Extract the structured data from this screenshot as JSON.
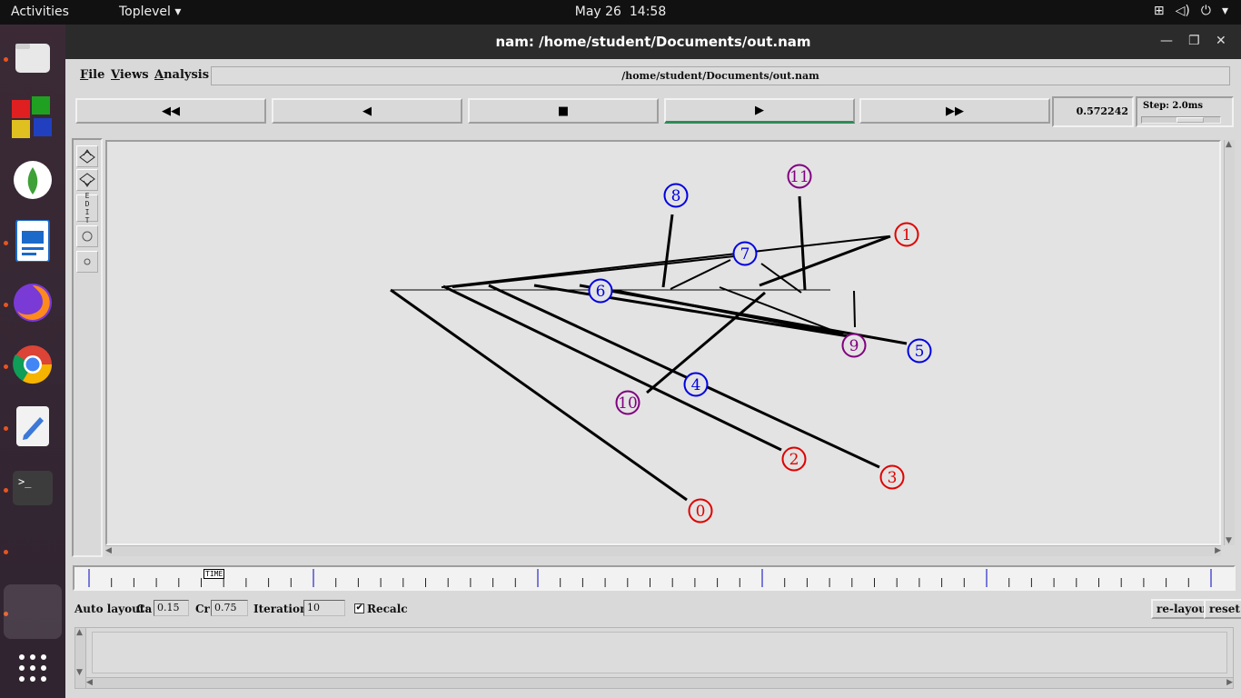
{
  "topbar": {
    "activities": "Activities",
    "app_menu": "Toplevel",
    "date": "May 26",
    "time": "14:58"
  },
  "dock": {
    "items": [
      "files",
      "app-grid-colored",
      "mongodb-compass",
      "libreoffice-impress",
      "firefox",
      "chrome",
      "text-editor",
      "terminal"
    ]
  },
  "window": {
    "title": "nam: /home/student/Documents/out.nam",
    "menus": [
      "File",
      "Views",
      "Analysis"
    ],
    "path": "/home/student/Documents/out.nam"
  },
  "controls": {
    "current_time": "0.572242",
    "step_label": "Step: 2.0ms"
  },
  "tools": {
    "edit_label": "E D I T"
  },
  "timeline": {
    "marker": "TIME"
  },
  "autolayout": {
    "label": "Auto layout:",
    "ca_label": "Ca",
    "ca_value": "0.15",
    "cr_label": "Cr",
    "cr_value": "0.75",
    "iterations_label": "Iterations",
    "iterations_value": "10",
    "recalc_label": "Recalc",
    "recalc_checked": true,
    "relayout_button": "re-layout",
    "reset_button": "reset"
  },
  "topology": {
    "colors": {
      "red": "#e00000",
      "blue": "#0000e0",
      "purple": "#800080"
    },
    "nodes": [
      {
        "id": "0",
        "color": "red"
      },
      {
        "id": "1",
        "color": "red"
      },
      {
        "id": "2",
        "color": "red"
      },
      {
        "id": "3",
        "color": "red"
      },
      {
        "id": "4",
        "color": "blue"
      },
      {
        "id": "5",
        "color": "blue"
      },
      {
        "id": "6",
        "color": "blue"
      },
      {
        "id": "7",
        "color": "blue"
      },
      {
        "id": "8",
        "color": "blue"
      },
      {
        "id": "9",
        "color": "purple"
      },
      {
        "id": "10",
        "color": "purple"
      },
      {
        "id": "11",
        "color": "purple"
      }
    ]
  }
}
